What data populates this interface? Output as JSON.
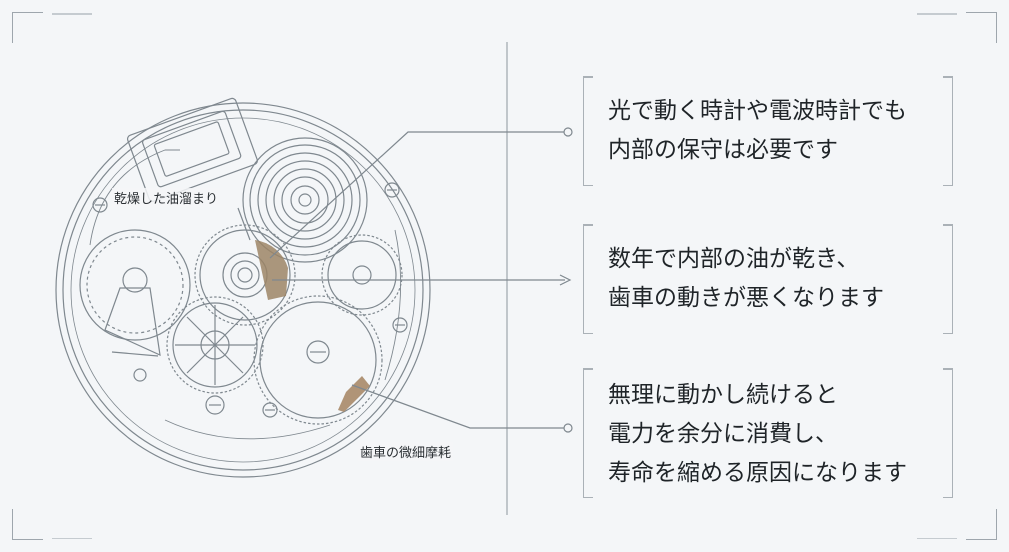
{
  "labels": {
    "oil_pool": "乾燥した油溜まり",
    "gear_wear": "歯車の微細摩耗"
  },
  "notes": [
    {
      "lines": [
        "光で動く時計や電波時計でも",
        "内部の保守は必要です"
      ]
    },
    {
      "lines": [
        "数年で内部の油が乾き、",
        "歯車の動きが悪くなります"
      ]
    },
    {
      "lines": [
        "無理に動かし続けると",
        "電力を余分に消費し、",
        "寿命を縮める原因になります"
      ]
    }
  ],
  "colors": {
    "line": "#7f888f",
    "highlight_oil": "#9c8566",
    "highlight_wear": "#a88a68",
    "background": "#f4f6f8"
  }
}
